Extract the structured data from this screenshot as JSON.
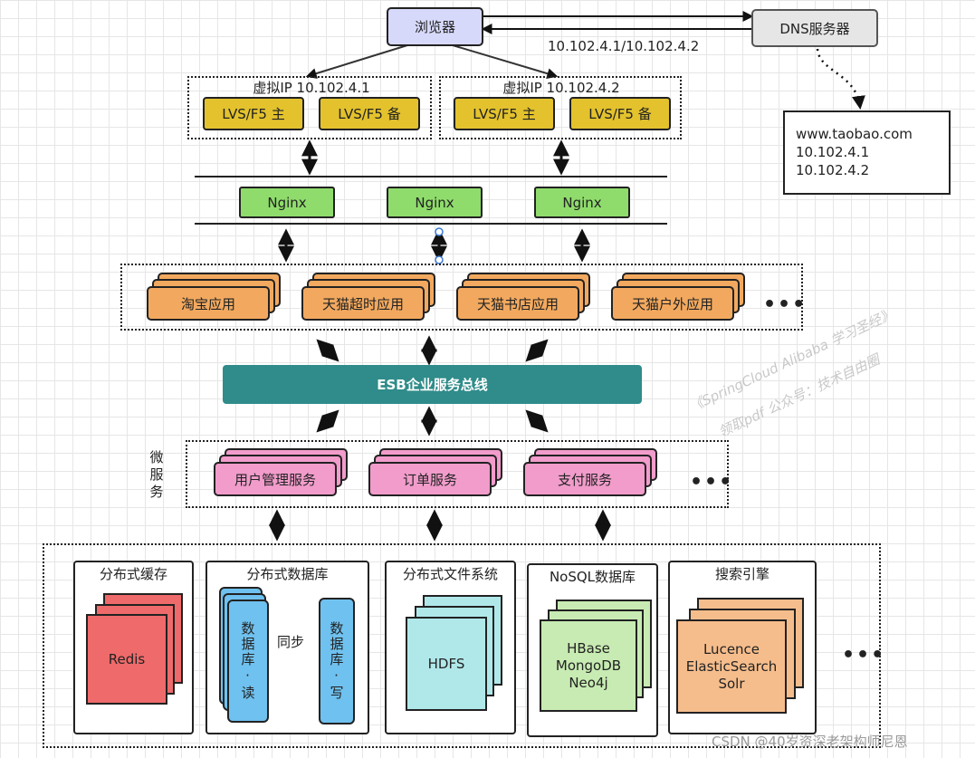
{
  "browser": "浏览器",
  "dns_server": "DNS服务器",
  "dns_resolved_ips": "10.102.4.1/10.102.4.2",
  "dns_info": [
    "www.taobao.com",
    "10.102.4.1",
    "10.102.4.2"
  ],
  "vip_groups": [
    {
      "title": "虚拟IP 10.102.4.1",
      "master": "LVS/F5 主",
      "backup": "LVS/F5 备"
    },
    {
      "title": "虚拟IP 10.102.4.2",
      "master": "LVS/F5 主",
      "backup": "LVS/F5 备"
    }
  ],
  "nginx": [
    "Nginx",
    "Nginx",
    "Nginx"
  ],
  "apps": [
    "淘宝应用",
    "天猫超时应用",
    "天猫书店应用",
    "天猫户外应用"
  ],
  "ellipsis": "•••",
  "esb": "ESB企业服务总线",
  "microservice_label": "微服务",
  "services": [
    "用户管理服务",
    "订单服务",
    "支付服务"
  ],
  "infra": {
    "cache": {
      "title": "分布式缓存",
      "items": [
        "Redis"
      ]
    },
    "database": {
      "title": "分布式数据库",
      "read": "数据库·读",
      "write": "数据库·写",
      "sync": "同步"
    },
    "filesystem": {
      "title": "分布式文件系统",
      "items": [
        "HDFS"
      ]
    },
    "nosql": {
      "title": "NoSQL数据库",
      "items": [
        "HBase",
        "MongoDB",
        "Neo4j"
      ]
    },
    "search": {
      "title": "搜索引擎",
      "items": [
        "Lucence",
        "ElasticSearch",
        "Solr"
      ]
    }
  },
  "watermark": [
    "《SpringCloud Alibaba 学习圣经》",
    "领取pdf 公众号：技术自由圈"
  ],
  "credit": "CSDN @40岁资深老架构师尼恩",
  "colors": {
    "browser": "#d7d9fb",
    "lvs": "#e3c22d",
    "nginx": "#8fdc6c",
    "app": "#f2a95f",
    "esb": "#2f8c8a",
    "service": "#f19ccb",
    "redis": "#ef6a6a",
    "db": "#6fc1ef",
    "hdfs": "#b0e8ea",
    "nosql": "#c7ebb2",
    "search": "#f6bd8c"
  }
}
